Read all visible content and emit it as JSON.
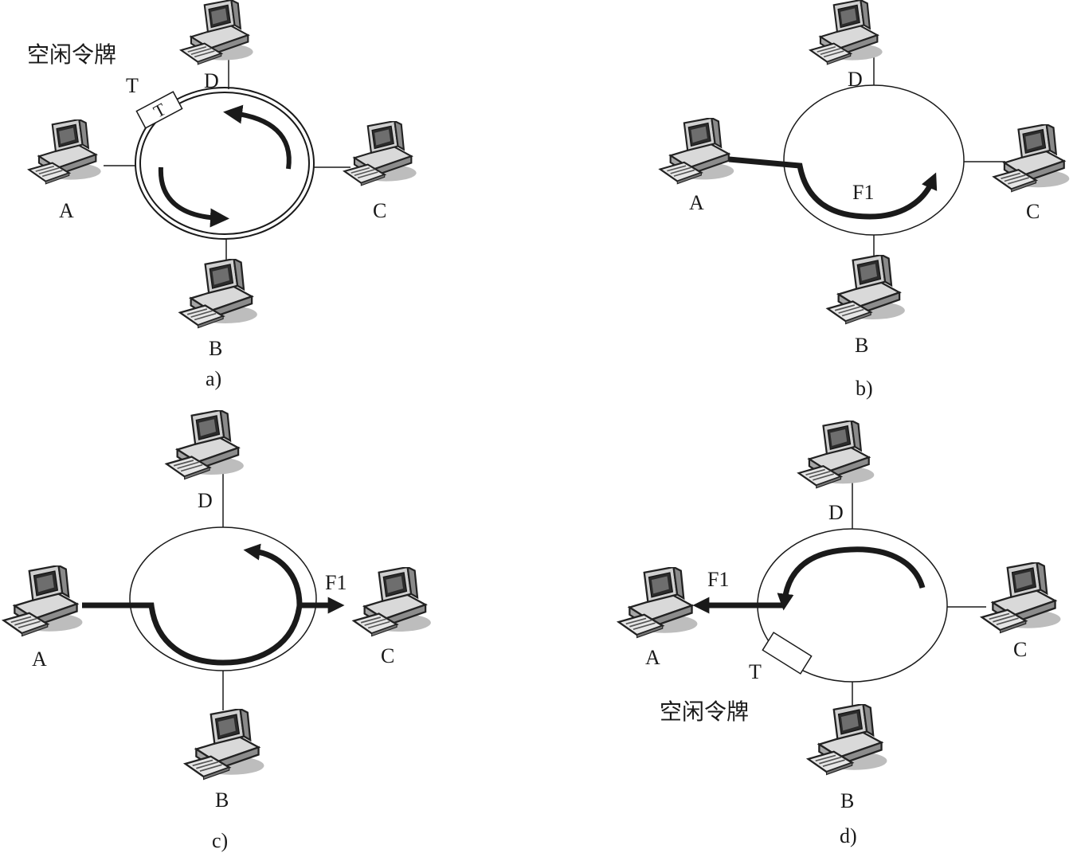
{
  "panels": [
    {
      "id": "a",
      "caption": "a)",
      "nodes": {
        "A": "A",
        "B": "B",
        "C": "C",
        "D": "D"
      },
      "token_note": "空闲令牌",
      "token_label": "T",
      "token_box_text": "T"
    },
    {
      "id": "b",
      "caption": "b)",
      "nodes": {
        "A": "A",
        "B": "B",
        "C": "C",
        "D": "D"
      },
      "frame_label": "F1"
    },
    {
      "id": "c",
      "caption": "c)",
      "nodes": {
        "A": "A",
        "B": "B",
        "C": "C",
        "D": "D"
      },
      "frame_label": "F1"
    },
    {
      "id": "d",
      "caption": "d)",
      "nodes": {
        "A": "A",
        "B": "B",
        "C": "C",
        "D": "D"
      },
      "frame_label": "F1",
      "token_label": "T",
      "token_note": "空闲令牌"
    }
  ]
}
